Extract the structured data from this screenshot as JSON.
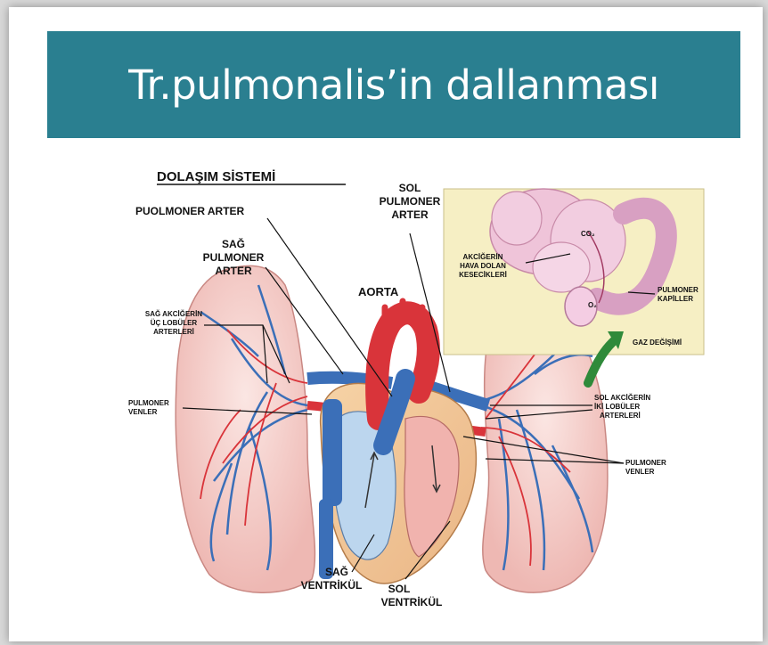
{
  "slide": {
    "title": "Tr.pulmonalis’in dallanması"
  },
  "diagram": {
    "heading": "DOLAŞIM SİSTEMİ",
    "labels": {
      "puolmoner_arter": "PUOLMONER ARTER",
      "sag_pulmoner_arter": [
        "SAĞ",
        "PULMONER",
        "ARTER"
      ],
      "sol_pulmoner_arter": [
        "SOL",
        "PULMONER",
        "ARTER"
      ],
      "aorta": "AORTA",
      "sag_akciger_uc_lobuler": [
        "SAĞ AKCİĞERİN",
        "ÜÇ LOBÜLER",
        "ARTERLERİ"
      ],
      "pulmoner_venler_left": [
        "PULMONER",
        "VENLER"
      ],
      "akcigerin_hava_dolan": [
        "AKCİĞERİN",
        "HAVA DOLAN",
        "KESECİKLERİ"
      ],
      "pulmoner_kapiller": [
        "PULMONER",
        "KAPİLLER"
      ],
      "gaz_degisimi": "GAZ DEĞİŞİMİ",
      "sol_akciger_iki_lobuler": [
        "SOL AKCİĞERİN",
        "İKİ LOBÜLER",
        "ARTERLERİ"
      ],
      "pulmoner_venler_right": [
        "PULMONER",
        "VENLER"
      ],
      "sag_ventrikul": [
        "SAĞ",
        "VENTRİKÜL"
      ],
      "sol_ventrikul": [
        "SOL",
        "VENTRİKÜL"
      ],
      "co2": "CO₂",
      "o2": "O₂"
    }
  },
  "colors": {
    "title_bar": "#2a7f90",
    "artery_red": "#d9343a",
    "vein_blue": "#3b6fb8",
    "lung_pink": "#f3c9c6",
    "inset_bg": "#f6efc4",
    "arrow_green": "#2f8a3a"
  }
}
